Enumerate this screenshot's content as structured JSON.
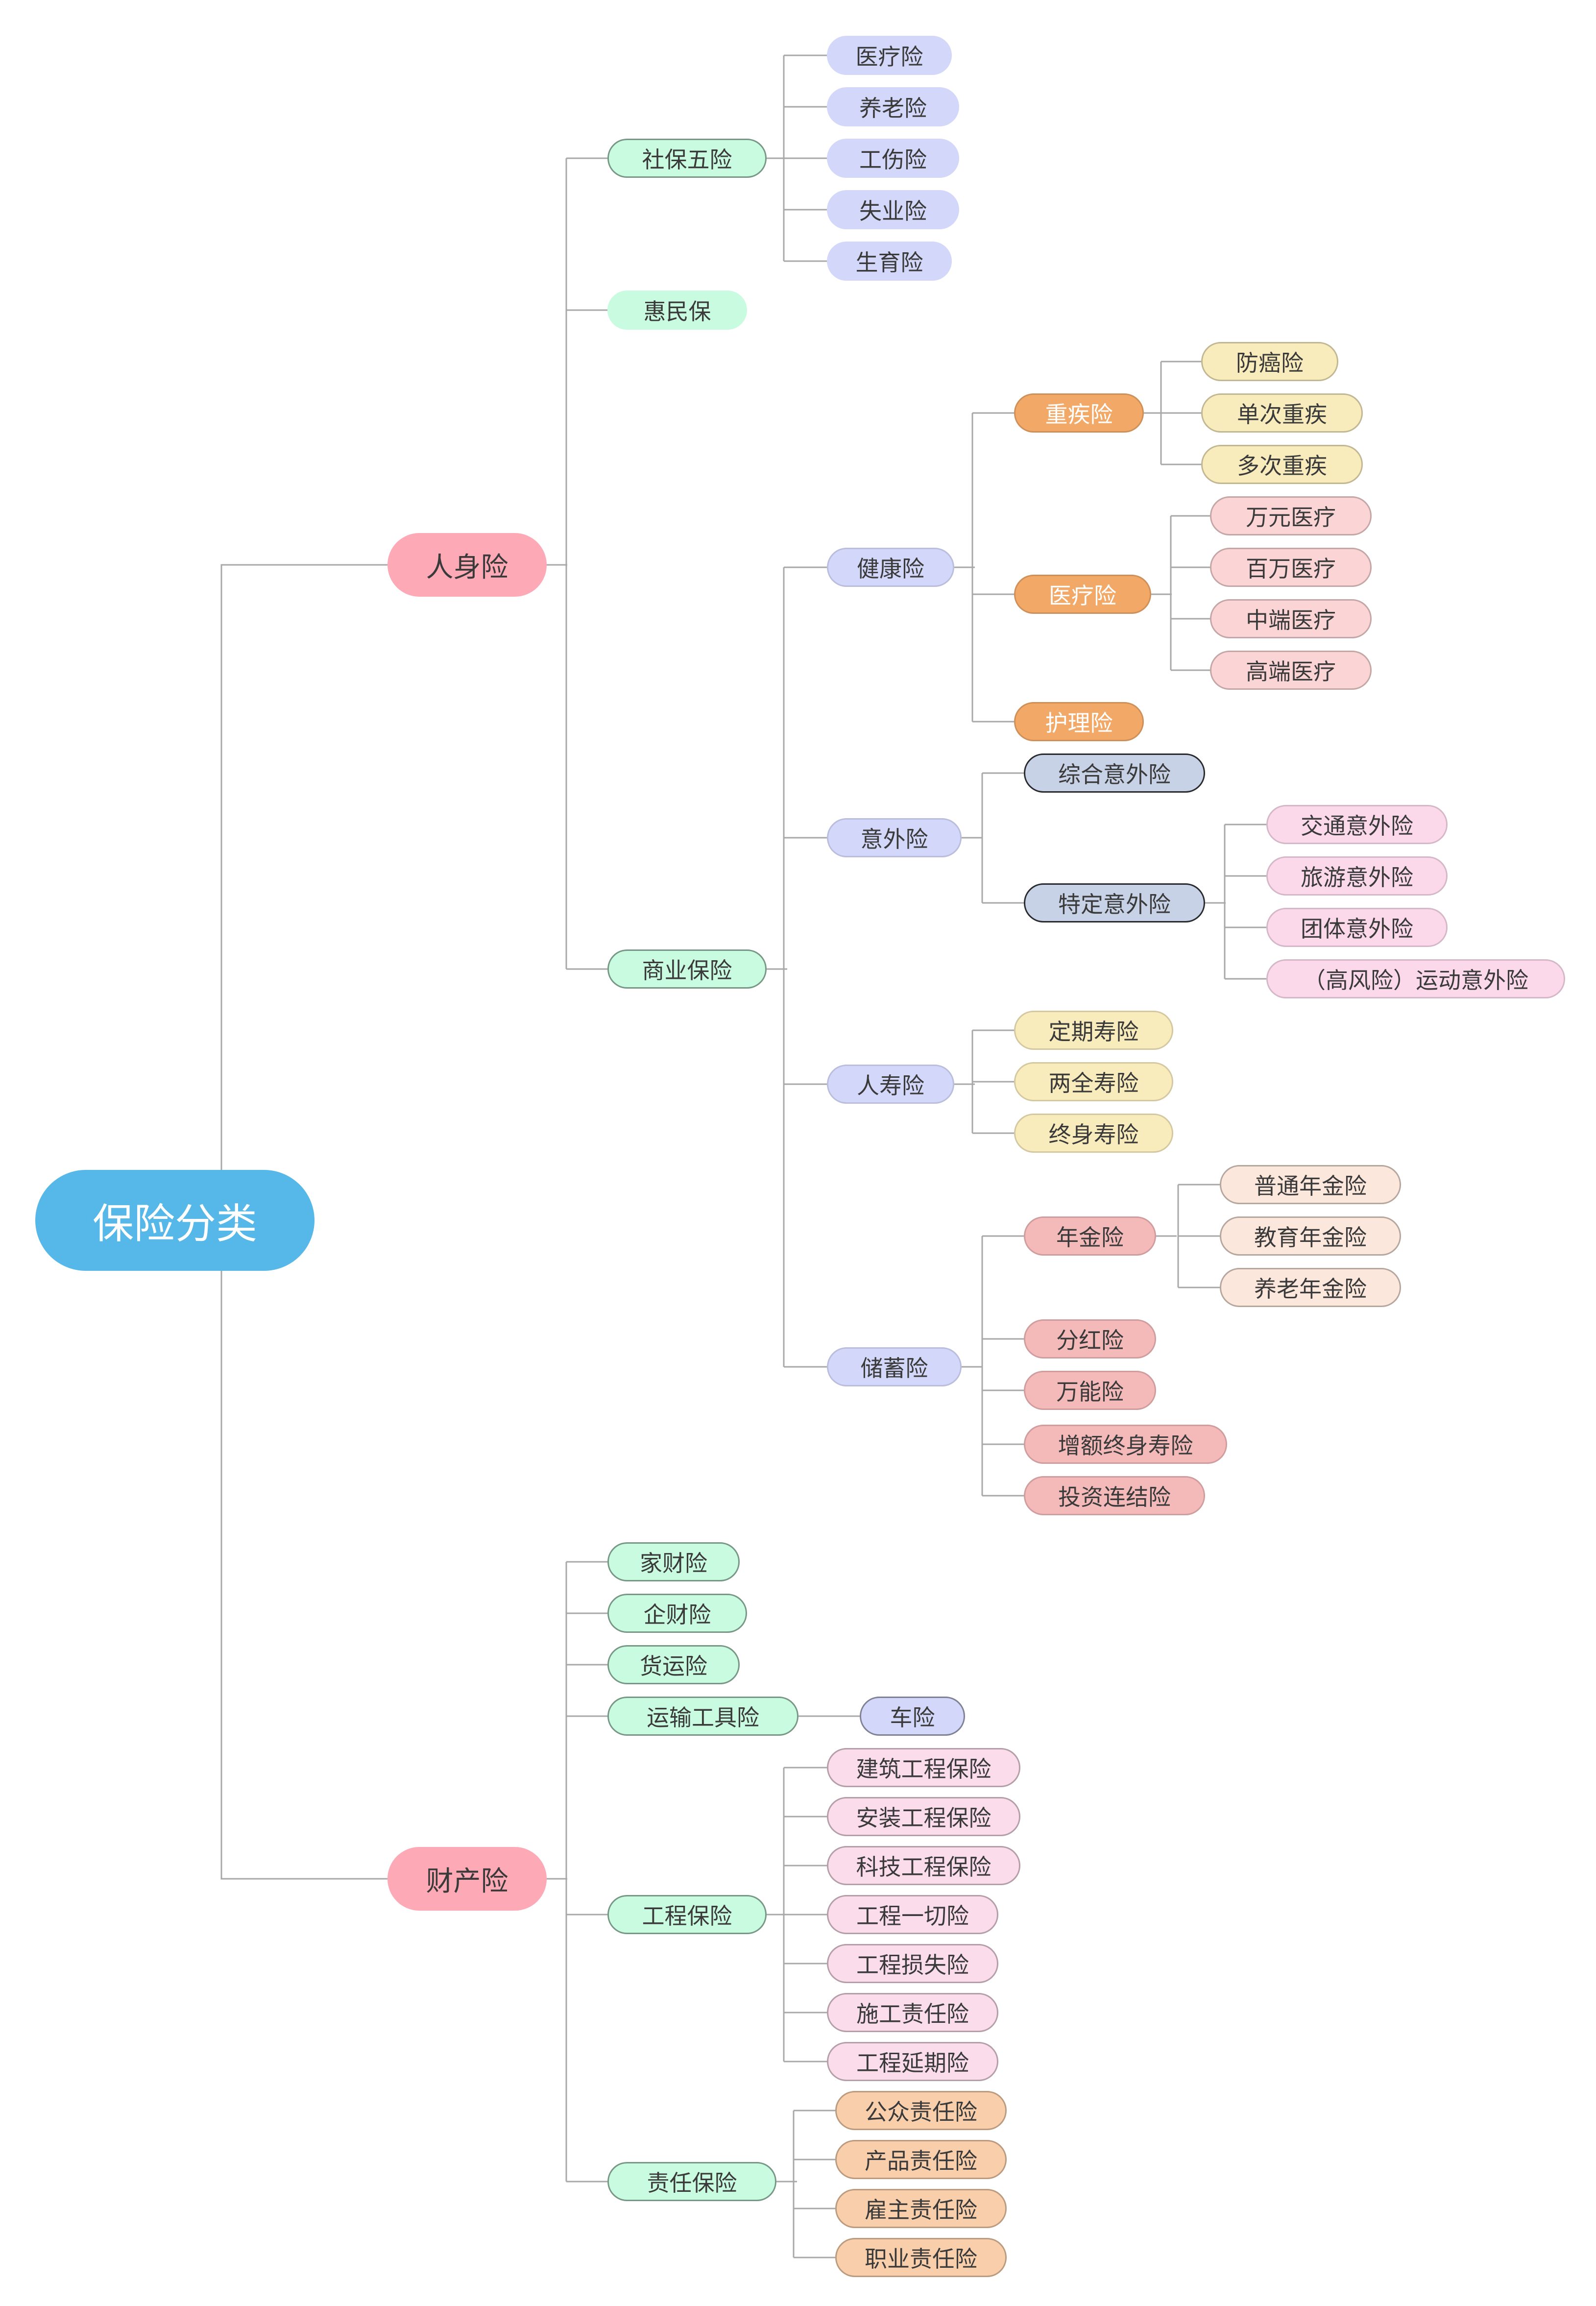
{
  "mindmap": {
    "root": "保险分类",
    "branches": {
      "renshen": "人身险",
      "caichan": "财产险"
    },
    "renshen": {
      "shebao": "社保五险",
      "shebao_items": [
        "医疗险",
        "养老险",
        "工伤险",
        "失业险",
        "生育险"
      ],
      "huiminbao": "惠民保",
      "shangye": "商业保险",
      "jiankang": "健康险",
      "zhongji": "重疾险",
      "zhongji_items": [
        "防癌险",
        "单次重疾",
        "多次重疾"
      ],
      "yiliao": "医疗险",
      "yiliao_items": [
        "万元医疗",
        "百万医疗",
        "中端医疗",
        "高端医疗"
      ],
      "huli": "护理险",
      "yiwai": "意外险",
      "zonghe_yiwai": "综合意外险",
      "teding_yiwai": "特定意外险",
      "teding_items": [
        "交通意外险",
        "旅游意外险",
        "团体意外险",
        "（高风险）运动意外险"
      ],
      "renshou": "人寿险",
      "renshou_items": [
        "定期寿险",
        "两全寿险",
        "终身寿险"
      ],
      "chuxu": "储蓄险",
      "nianjin": "年金险",
      "nianjin_items": [
        "普通年金险",
        "教育年金险",
        "养老年金险"
      ],
      "chuxu_items": [
        "分红险",
        "万能险",
        "增额终身寿险",
        "投资连结险"
      ]
    },
    "caichan": {
      "jiacai": "家财险",
      "qicai": "企财险",
      "huoyun": "货运险",
      "yunshu": "运输工具险",
      "chexian": "车险",
      "gongcheng": "工程保险",
      "gongcheng_items": [
        "建筑工程保险",
        "安装工程保险",
        "科技工程保险",
        "工程一切险",
        "工程损失险",
        "施工责任险",
        "工程延期险"
      ],
      "zeren": "责任保险",
      "zeren_items": [
        "公众责任险",
        "产品责任险",
        "雇主责任险",
        "职业责任险"
      ]
    }
  },
  "colors": {
    "root": "#56b8e8",
    "level1": "#fda9b6",
    "level2": "#c8fbe0",
    "level3": "#d3d7f9",
    "zhongji_yiliao": "#f2a968",
    "zhongji_items": "#f8ebbc",
    "yiliao_items": "#fbd5d5",
    "yiwai_sub": "#c7d2e6",
    "teding_items": "#fbd9ea",
    "renshou_items": "#f8ebbc",
    "chuxu_items": "#f4b9b9",
    "nianjin_items": "#fce7dc",
    "gongcheng_items": "#fadcea",
    "zeren_items": "#f8cfaa",
    "line": "#a8a8a8"
  }
}
